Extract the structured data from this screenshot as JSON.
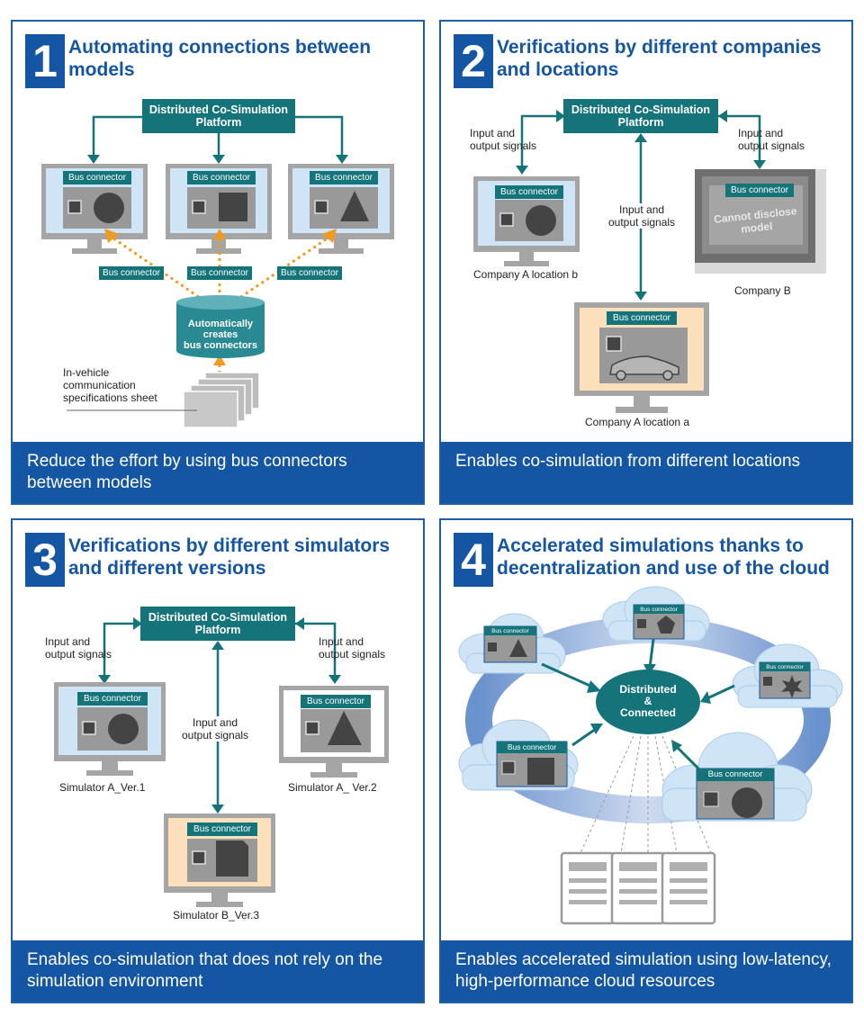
{
  "colors": {
    "blue": "#1556a4",
    "teal": "#14747a",
    "orange": "#f19a1f",
    "screen_blue": "#cfe4f5",
    "screen_peach": "#fbe0bb",
    "gray": "#a5a5a5"
  },
  "common": {
    "bus_connector": "Bus connector",
    "platform_line1": "Distributed Co-Simulation",
    "platform_line2": "Platform",
    "io_line1": "Input and",
    "io_line2": "output signals"
  },
  "panel1": {
    "number": "1",
    "title": "Automating connections between models",
    "db_line1": "Automatically",
    "db_line2": "creates",
    "db_line3": "bus connectors",
    "sheet_line1": "In-vehicle",
    "sheet_line2": "communication",
    "sheet_line3": "specifications sheet",
    "footer": "Reduce  the effort by using bus connectors between models"
  },
  "panel2": {
    "number": "2",
    "title": "Verifications by different companies and locations",
    "company_a_b": "Company A location b",
    "company_b": "Company B",
    "company_a_a": "Company A location a",
    "cannot_line1": "Cannot disclose",
    "cannot_line2": "model",
    "footer": "Enables co-simulation from different locations"
  },
  "panel3": {
    "number": "3",
    "title": "Verifications by different simulators and different versions",
    "sim_a1": "Simulator A_Ver.1",
    "sim_a2": "Simulator A_ Ver.2",
    "sim_b3": "Simulator B_Ver.3",
    "footer": "Enables co-simulation that does not rely on the simulation environment"
  },
  "panel4": {
    "number": "4",
    "title": "Accelerated simulations thanks to decentralization and use of the cloud",
    "hub_line1": "Distributed",
    "hub_line2": "&",
    "hub_line3": "Connected",
    "footer": "Enables accelerated simulation using low-latency, high-performance cloud resources"
  }
}
